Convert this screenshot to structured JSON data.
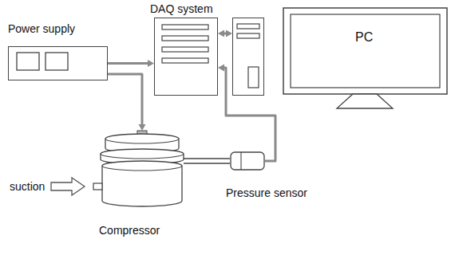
{
  "diagram": {
    "nodes": [
      {
        "text": [
          "Power supply"
        ]
      },
      {
        "text": [
          "DAQ system"
        ]
      },
      {
        "text": [
          "PC"
        ]
      },
      {
        "text": [
          "Compressor"
        ]
      },
      {
        "text": [
          "Pressure sensor"
        ]
      }
    ],
    "edges": [
      {
        "from": 0,
        "to": 1,
        "arrow": "to"
      },
      {
        "from": 0,
        "to": 3,
        "arrow": "to"
      },
      {
        "from": 1,
        "to": 2,
        "arrow": "both"
      },
      {
        "from": 4,
        "to": 1,
        "arrow": "to"
      },
      {
        "from": 3,
        "to": 4,
        "arrow": "none"
      }
    ],
    "labels": [
      "suction"
    ]
  }
}
